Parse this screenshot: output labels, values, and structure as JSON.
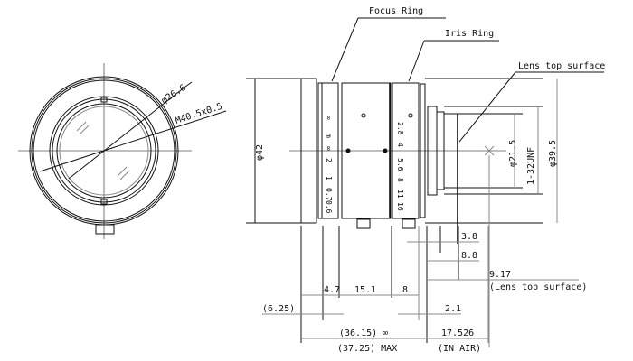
{
  "callouts": {
    "focus_ring": "Focus Ring",
    "iris_ring": "Iris Ring",
    "lens_top_surface": "Lens top surface"
  },
  "front_view": {
    "dia_inner": "φ26.6",
    "thread": "M40.5x0.5"
  },
  "side_view": {
    "dia_outer": "φ42",
    "dia_mount_inner": "φ21.5",
    "mount_thread": "1-32UNF",
    "dia_mount_outer": "φ39.5",
    "focus_scale": [
      "∞",
      "m",
      "∞",
      "2",
      "1",
      "0.7",
      "0.6"
    ],
    "iris_scale": [
      "2.8",
      "4",
      "5.6",
      "8",
      "11",
      "16"
    ]
  },
  "dimensions": {
    "d_3_8": "3.8",
    "d_8_8": "8.8",
    "d_9_17": "9.17",
    "d_9_17_note": "(Lens top surface)",
    "d_4_7": "4.7",
    "d_15_1": "15.1",
    "d_8": "8",
    "d_6_25": "(6.25)",
    "d_2_1": "2.1",
    "d_36_15": "(36.15) ∞",
    "d_37_25": "(37.25) MAX",
    "d_17_526": "17.526",
    "d_in_air": "(IN AIR)"
  }
}
